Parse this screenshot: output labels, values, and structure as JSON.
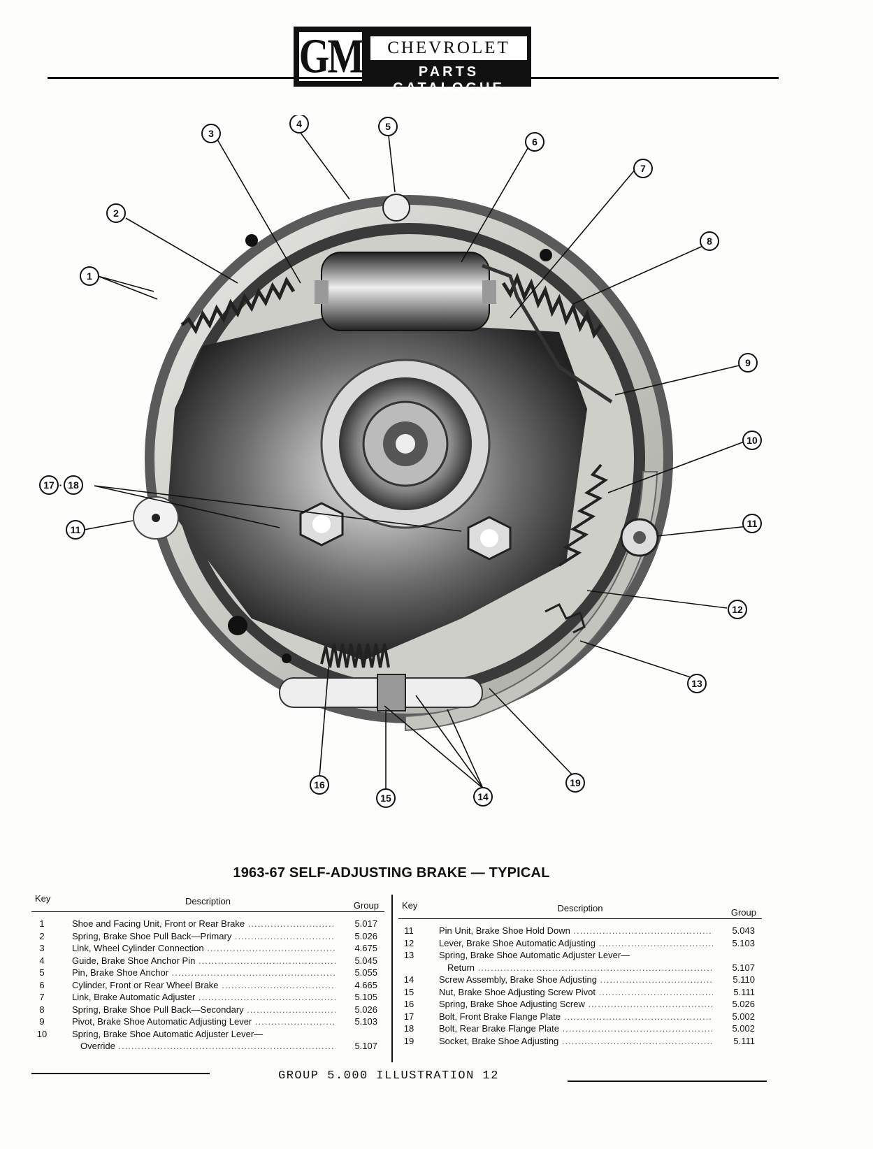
{
  "header": {
    "logo": "GM",
    "brand": "CHEVROLET",
    "subtitle": "PARTS CATALOGUE"
  },
  "illustration": {
    "callouts": [
      "1",
      "2",
      "3",
      "4",
      "5",
      "6",
      "7",
      "8",
      "9",
      "10",
      "11",
      "11",
      "12",
      "13",
      "14",
      "15",
      "16",
      "17",
      "18",
      "19"
    ]
  },
  "caption": "1963-67 SELF-ADJUSTING BRAKE — TYPICAL",
  "table_headers": {
    "key": "Key",
    "description": "Description",
    "group": "Group"
  },
  "parts_left": [
    {
      "key": "1",
      "desc": "Shoe and Facing Unit, Front or Rear Brake",
      "group": "5.017"
    },
    {
      "key": "2",
      "desc": "Spring, Brake Shoe Pull Back—Primary",
      "group": "5.026"
    },
    {
      "key": "3",
      "desc": "Link, Wheel Cylinder Connection",
      "group": "4.675"
    },
    {
      "key": "4",
      "desc": "Guide, Brake Shoe Anchor Pin",
      "group": "5.045"
    },
    {
      "key": "5",
      "desc": "Pin, Brake Shoe Anchor",
      "group": "5.055"
    },
    {
      "key": "6",
      "desc": "Cylinder, Front or Rear Wheel Brake",
      "group": "4.665"
    },
    {
      "key": "7",
      "desc": "Link, Brake Automatic Adjuster",
      "group": "5.105"
    },
    {
      "key": "8",
      "desc": "Spring, Brake Shoe Pull Back—Secondary",
      "group": "5.026"
    },
    {
      "key": "9",
      "desc": "Pivot, Brake Shoe Automatic Adjusting Lever",
      "group": "5.103"
    },
    {
      "key": "10",
      "desc": "Spring, Brake Shoe Automatic Adjuster Lever—",
      "group": ""
    },
    {
      "key": "",
      "desc": "Override",
      "group": "5.107"
    }
  ],
  "parts_right": [
    {
      "key": "11",
      "desc": "Pin Unit, Brake Shoe Hold Down",
      "group": "5.043"
    },
    {
      "key": "12",
      "desc": "Lever, Brake Shoe Automatic Adjusting",
      "group": "5.103"
    },
    {
      "key": "13",
      "desc": "Spring, Brake Shoe Automatic Adjuster Lever—",
      "group": ""
    },
    {
      "key": "",
      "desc": "Return",
      "group": "5.107"
    },
    {
      "key": "14",
      "desc": "Screw Assembly, Brake Shoe Adjusting",
      "group": "5.110"
    },
    {
      "key": "15",
      "desc": "Nut, Brake Shoe Adjusting Screw Pivot",
      "group": "5.111"
    },
    {
      "key": "16",
      "desc": "Spring, Brake Shoe Adjusting Screw",
      "group": "5.026"
    },
    {
      "key": "17",
      "desc": "Bolt, Front Brake Flange Plate",
      "group": "5.002"
    },
    {
      "key": "18",
      "desc": "Bolt, Rear Brake Flange Plate",
      "group": "5.002"
    },
    {
      "key": "19",
      "desc": "Socket, Brake Shoe Adjusting",
      "group": "5.111"
    }
  ],
  "footer": "GROUP 5.000 ILLUSTRATION 12"
}
